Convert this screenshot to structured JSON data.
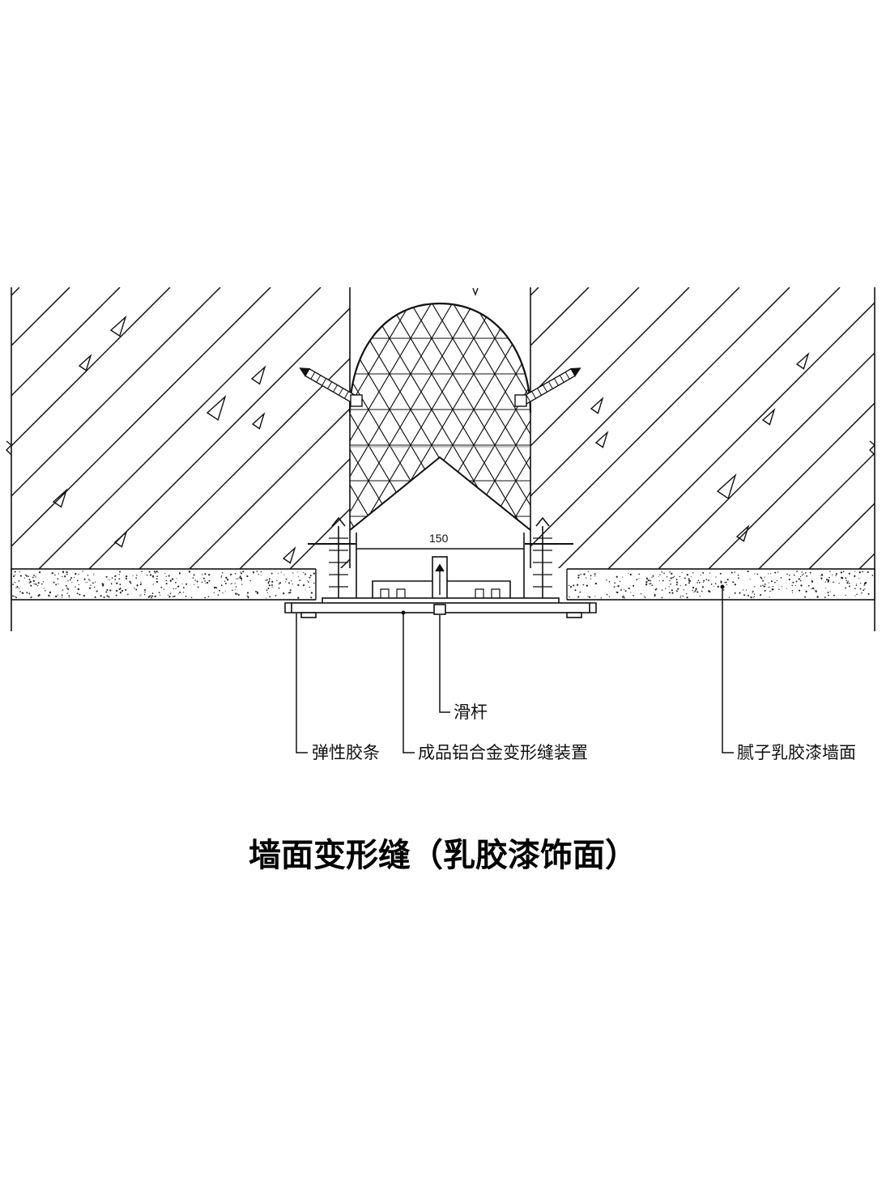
{
  "title": "墙面变形缝（乳胶漆饰面）",
  "dimension": "150",
  "labels": {
    "slide_bar": "滑杆",
    "elastic_strip": "弹性胶条",
    "aluminum_device": "成品铝合金变形缝装置",
    "wall_finish": "腻子乳胶漆墙面"
  }
}
